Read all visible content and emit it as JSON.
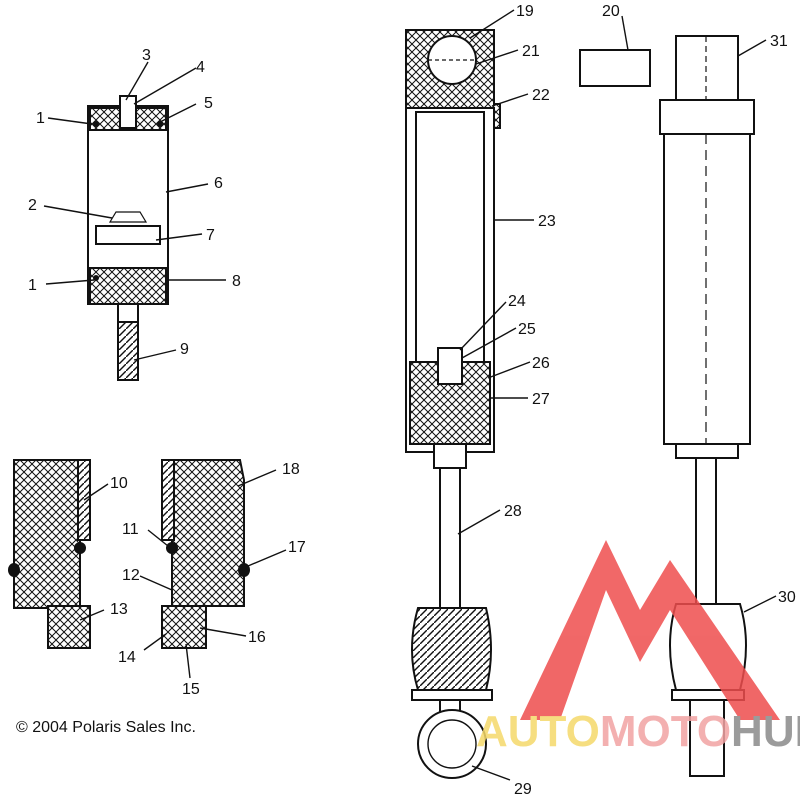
{
  "copyright": "© 2004 Polaris Sales Inc.",
  "callouts": [
    "1",
    "2",
    "3",
    "4",
    "5",
    "6",
    "7",
    "1",
    "8",
    "9",
    "10",
    "11",
    "12",
    "13",
    "14",
    "15",
    "16",
    "17",
    "18",
    "19",
    "20",
    "21",
    "22",
    "23",
    "24",
    "25",
    "26",
    "27",
    "28",
    "29",
    "30",
    "31"
  ],
  "watermark": {
    "part_a": "AUTO",
    "part_b": "MOTO",
    "part_c": "HUB",
    "color_a": "#f5d96a",
    "color_b": "#f2a3a3",
    "color_c": "#8a8a8a",
    "logo_color": "#ee4d4d"
  }
}
